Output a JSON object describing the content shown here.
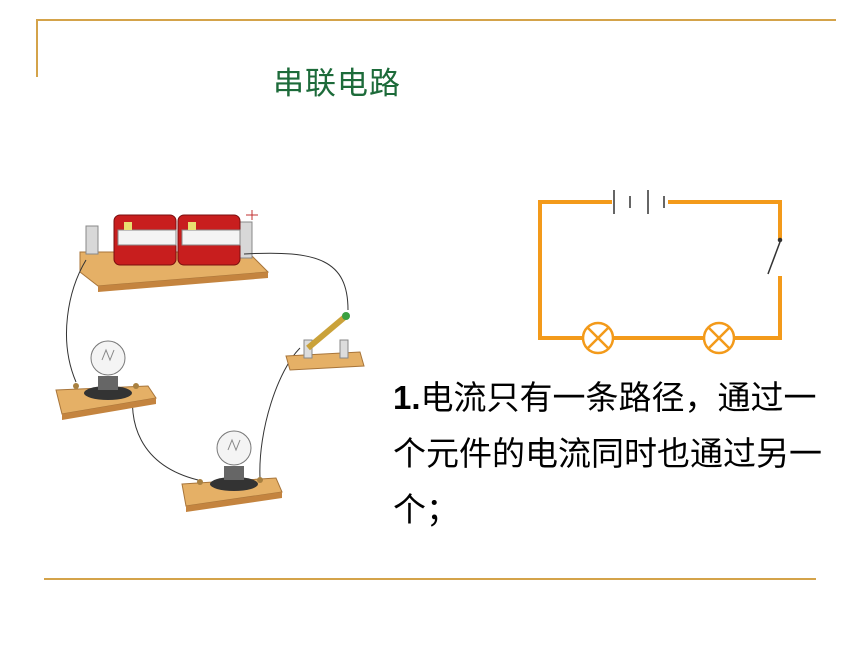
{
  "slide": {
    "title": "串联电路",
    "point_number": "1.",
    "point_text": "电流只有一条路径，通过一个元件的电流同时也通过另一个；"
  },
  "colors": {
    "frame_line": "#d4a34a",
    "title": "#1d6b3a",
    "schematic_wire": "#f39a1a"
  },
  "icons": [
    "battery-pair-icon",
    "light-bulb-icon",
    "knife-switch-icon",
    "lamp-symbol-icon",
    "battery-symbol-icon",
    "switch-symbol-icon"
  ]
}
